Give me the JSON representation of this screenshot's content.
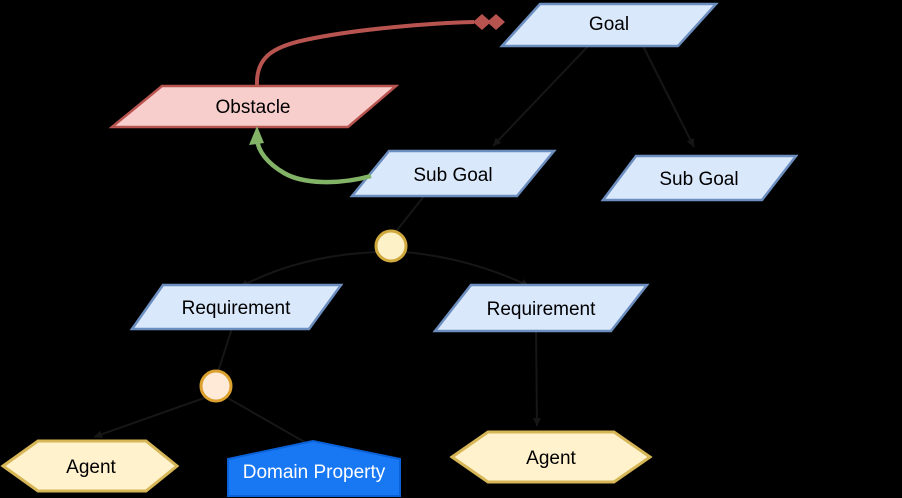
{
  "diagram": {
    "kind": "KAOS goal model",
    "background": "#000000"
  },
  "nodes": {
    "goal": {
      "label": "Goal",
      "shape": "parallelogram",
      "fill": "#dae8fc",
      "stroke": "#6c8ebf"
    },
    "obstacle": {
      "label": "Obstacle",
      "shape": "parallelogram",
      "fill": "#f8cecc",
      "stroke": "#b85450"
    },
    "subgoal1": {
      "label": "Sub Goal",
      "shape": "parallelogram",
      "fill": "#dae8fc",
      "stroke": "#6c8ebf"
    },
    "subgoal2": {
      "label": "Sub Goal",
      "shape": "parallelogram",
      "fill": "#dae8fc",
      "stroke": "#6c8ebf"
    },
    "requirement1": {
      "label": "Requirement",
      "shape": "parallelogram",
      "fill": "#dae8fc",
      "stroke": "#6c8ebf"
    },
    "requirement2": {
      "label": "Requirement",
      "shape": "parallelogram",
      "fill": "#dae8fc",
      "stroke": "#6c8ebf"
    },
    "agent_left": {
      "label": "Agent",
      "shape": "hexagon",
      "fill": "#fff2cc",
      "stroke": "#d6b656"
    },
    "agent_right": {
      "label": "Agent",
      "shape": "hexagon",
      "fill": "#fff2cc",
      "stroke": "#d6b656"
    },
    "domain_property": {
      "label": "Domain Property",
      "shape": "pentagon",
      "fill": "#1877f2",
      "stroke": "#0b62d8",
      "text_color": "#ffffff"
    },
    "and_node_upper": {
      "shape": "circle",
      "fill": "#fdf1c7",
      "stroke": "#d0a93e"
    },
    "and_node_lower": {
      "shape": "circle",
      "fill": "#ffead8",
      "stroke": "#dca02f"
    }
  },
  "edges": {
    "obstruction": {
      "from": "obstacle",
      "to": "goal",
      "color": "#b85450",
      "tip": "double-diamond"
    },
    "resolution": {
      "from": "subgoal1",
      "to": "obstacle",
      "color": "#82b366",
      "tip": "arrow"
    },
    "refinement": {
      "color": "#161616"
    }
  }
}
